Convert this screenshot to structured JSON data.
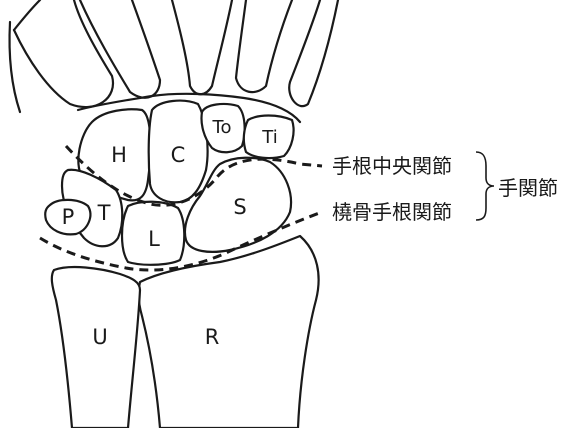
{
  "bones": {
    "H": "H",
    "C": "C",
    "To": "To",
    "Ti": "Ti",
    "P": "P",
    "T": "T",
    "L": "L",
    "S": "S",
    "U": "U",
    "R": "R"
  },
  "joints": {
    "midcarpal": "手根中央関節",
    "radiocarpal": "橈骨手根関節",
    "wrist": "手関節"
  },
  "colors": {
    "ink": "#1a1a1a",
    "background": "#ffffff"
  }
}
